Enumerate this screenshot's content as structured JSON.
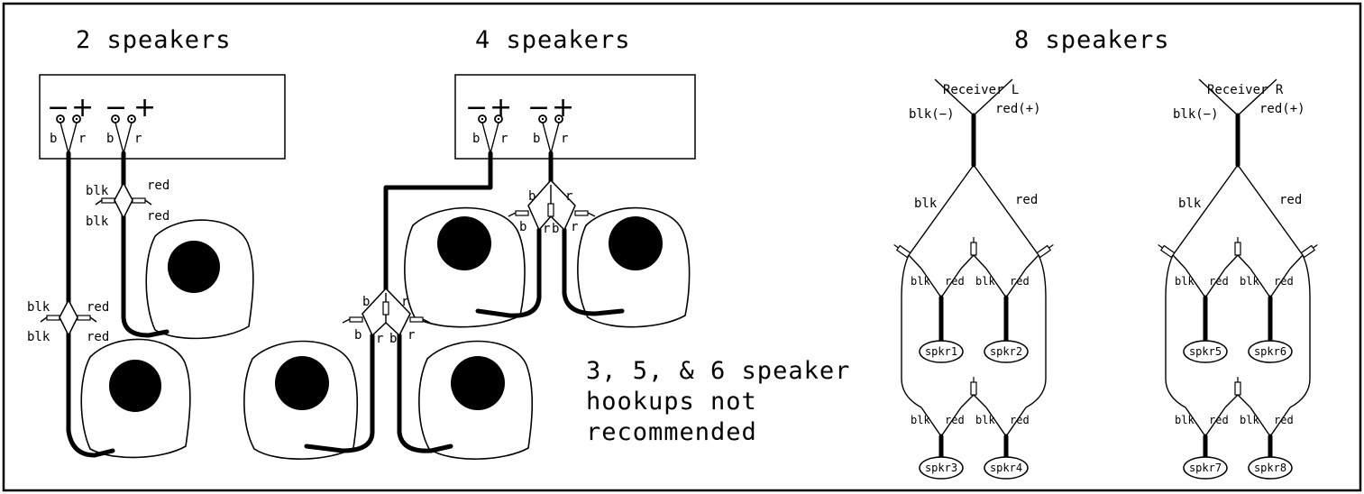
{
  "sections": {
    "two": {
      "title": "2 speakers",
      "terminal_signs": [
        "−",
        "+",
        "−",
        "+"
      ],
      "terminal_letters": [
        "b",
        "r",
        "b",
        "r"
      ],
      "connector_labels": [
        "blk",
        "blk",
        "red",
        "red"
      ]
    },
    "four": {
      "title": "4 speakers",
      "terminal_signs": [
        "−",
        "+",
        "−",
        "+"
      ],
      "terminal_letters": [
        "b",
        "r",
        "b",
        "r"
      ],
      "connector_letters": [
        "b",
        "r",
        "b",
        "r",
        "b",
        "r"
      ]
    },
    "eight": {
      "title": "8 speakers",
      "receiver_left": "Receiver L",
      "receiver_right": "Receiver R",
      "neg_label": "blk(−)",
      "pos_label": "red(+)",
      "blk": "blk",
      "red": "red",
      "speakers": [
        "spkr1",
        "spkr2",
        "spkr3",
        "spkr4",
        "spkr5",
        "spkr6",
        "spkr7",
        "spkr8"
      ]
    }
  },
  "note": [
    "3, 5, & 6 speaker",
    "hookups not",
    "recommended"
  ]
}
